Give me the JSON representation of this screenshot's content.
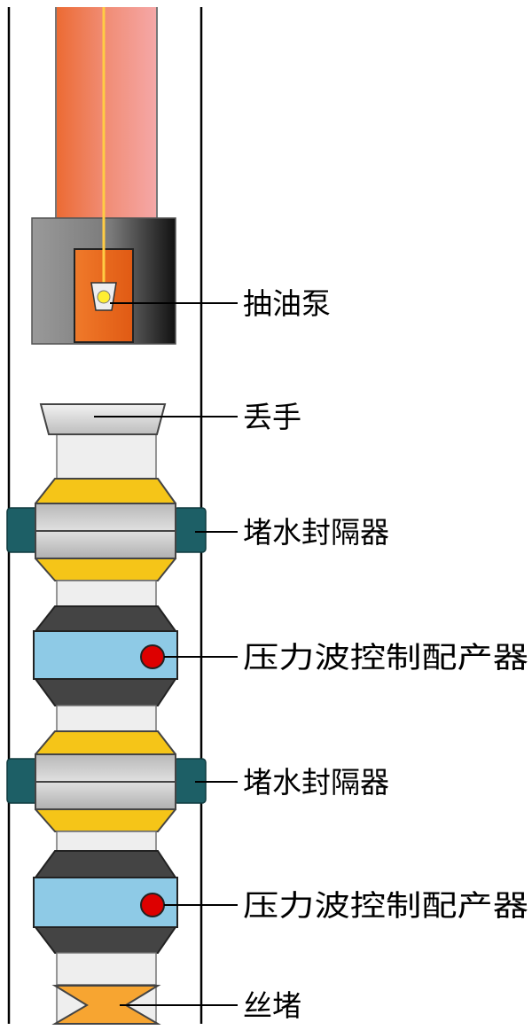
{
  "labels": {
    "pump": "抽油泵",
    "release_hand": "丢手",
    "water_plug_packer_1": "堵水封隔器",
    "pressure_wave_distributor_1": "压力波控制配产器",
    "water_plug_packer_2": "堵水封隔器",
    "pressure_wave_distributor_2": "压力波控制配产器",
    "wire_plug": "丝堵"
  },
  "colors": {
    "casing_line": "#000000",
    "tubing_orange": "#ef6a3a",
    "tubing_pink": "#f4a3a0",
    "rod": "#ffcc33",
    "pump_body_gray": "#8c8c8c",
    "pump_chamber": "#e8641e",
    "valve_ball": "#ffee33",
    "packer_yellow": "#f5c518",
    "packer_rubber": "#c8c8c8",
    "packer_wing": "#1d5f66",
    "distributor_dark": "#444444",
    "distributor_blue": "#8ecae6",
    "indicator_red": "#dd0000",
    "pipe_gray": "#d8d8d8",
    "plug_orange": "#f7a531"
  }
}
